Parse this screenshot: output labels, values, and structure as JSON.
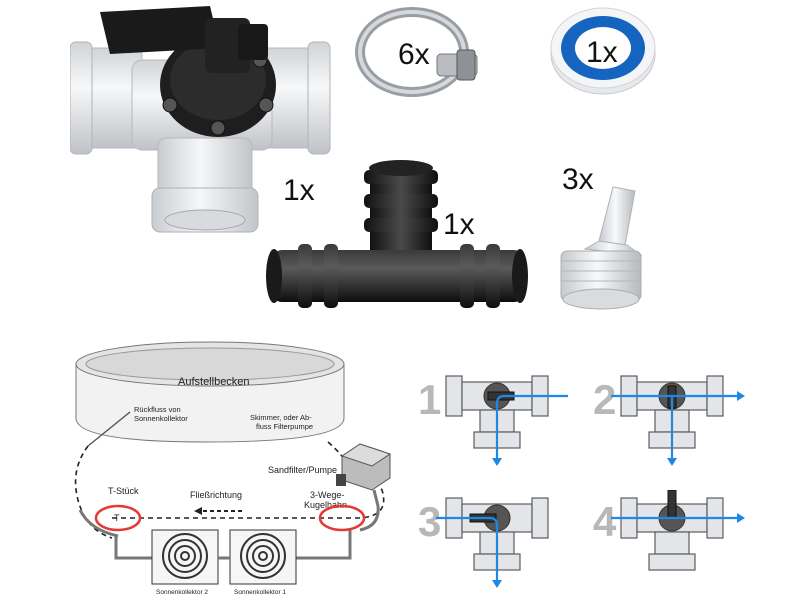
{
  "products": {
    "valve_qty": "1x",
    "clamp_qty": "6x",
    "tape_qty": "1x",
    "tee_qty": "1x",
    "adapter_qty": "3x"
  },
  "diagram": {
    "pool_label": "Aufstellbecken",
    "return_label_line1": "Rückfluss von",
    "return_label_line2": "Sonnenkollektor",
    "skimmer_label_line1": "Skimmer, oder Ab-",
    "skimmer_label_line2": "fluss Filterpumpe",
    "pump_label": "Sandfilter/Pumpe",
    "tee_label": "T-Stück",
    "flow_label": "Fließrichtung",
    "valve_label_line1": "3-Wege-",
    "valve_label_line2": "Kugelhahn",
    "collector2_label": "Sonnenkollektor 2",
    "collector1_label": "Sonnenkollektor 1"
  },
  "positions": {
    "labels": [
      "1",
      "2",
      "3",
      "4"
    ]
  },
  "colors": {
    "valve_white": "#e9ebed",
    "valve_black": "#1e1e1e",
    "tape_blue": "#1565c0",
    "flow_blue": "#1e88e5",
    "marker_red": "#e53935",
    "grey_number": "#b8b8b8"
  }
}
